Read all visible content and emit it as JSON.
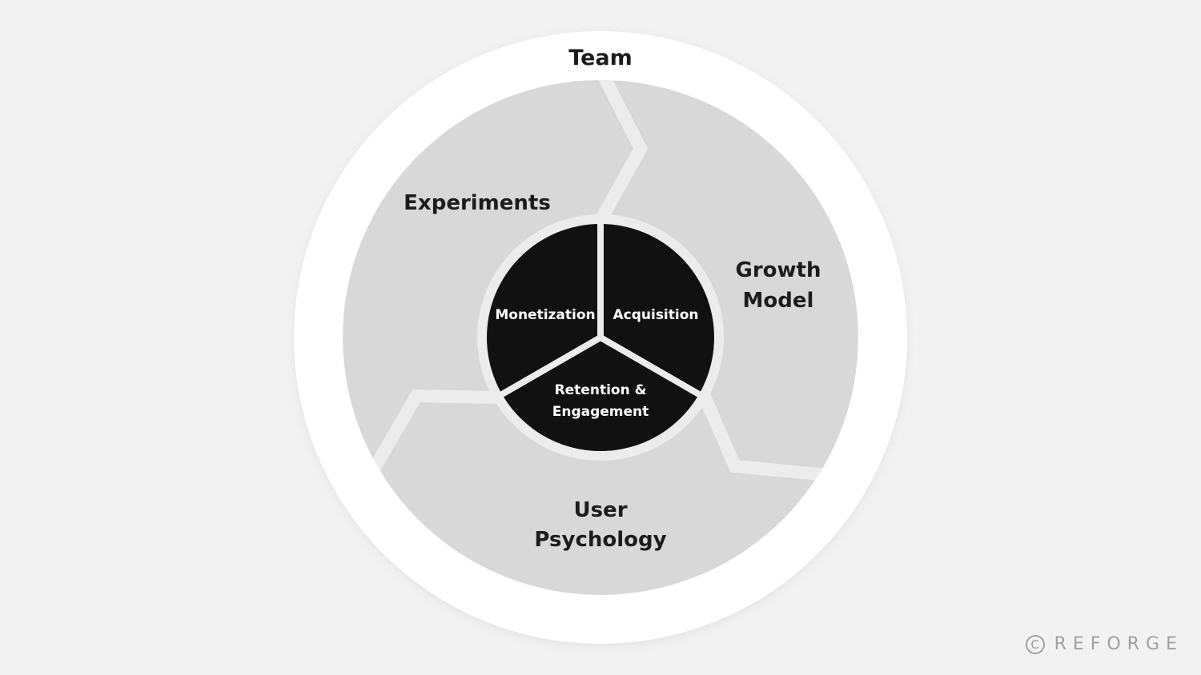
{
  "diagram": {
    "outer_ring": {
      "label": "Team"
    },
    "middle_segments": [
      {
        "id": "experiments",
        "lines": [
          "Experiments"
        ]
      },
      {
        "id": "growth-model",
        "lines": [
          "Growth",
          "Model"
        ]
      },
      {
        "id": "user-psychology",
        "lines": [
          "User",
          "Psychology"
        ]
      }
    ],
    "inner_segments": [
      {
        "id": "monetization",
        "lines": [
          "Monetization"
        ]
      },
      {
        "id": "acquisition",
        "lines": [
          "Acquisition"
        ]
      },
      {
        "id": "retention-engagement",
        "lines": [
          "Retention &",
          "Engagement"
        ]
      }
    ]
  },
  "watermark": {
    "symbol": "C",
    "brand": "REFORGE"
  },
  "colors": {
    "background": "#f2f2f2",
    "outer_ring": "#ffffff",
    "middle_segments": "#d8d8d8",
    "inner_segments": "#111111",
    "separator": "#ececec"
  }
}
